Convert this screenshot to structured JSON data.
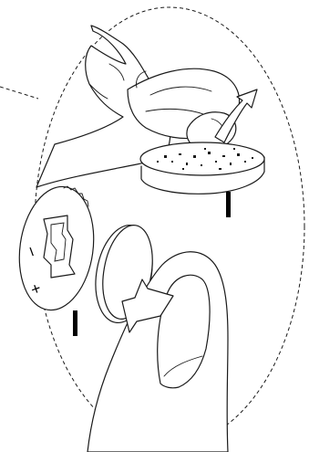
{
  "callouts": {
    "battery_marker": "I",
    "finger_marker": "I"
  },
  "coin_symbols": {
    "minus": "I",
    "plus": "+"
  }
}
